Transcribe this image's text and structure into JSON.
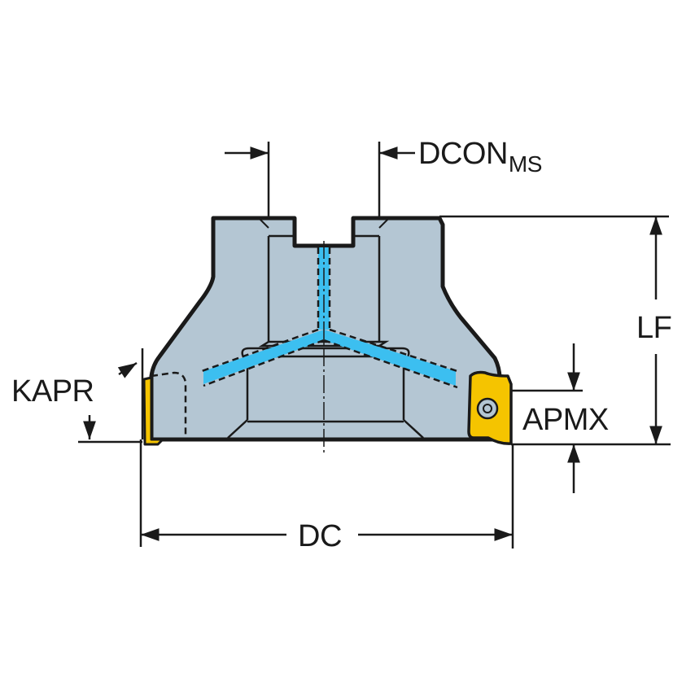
{
  "diagram": {
    "subject": "face milling cutter with indexable inserts",
    "colors": {
      "body": "#b4c6d3",
      "outline": "#1a1a1a",
      "coolant": "#3cbff0",
      "insert": "#f5c400",
      "background": "#ffffff"
    },
    "labels": {
      "dcon": {
        "main": "DCON",
        "subscript": "MS"
      },
      "lf": "LF",
      "kapr": "KAPR",
      "apmx": "APMX",
      "dc": "DC"
    }
  }
}
